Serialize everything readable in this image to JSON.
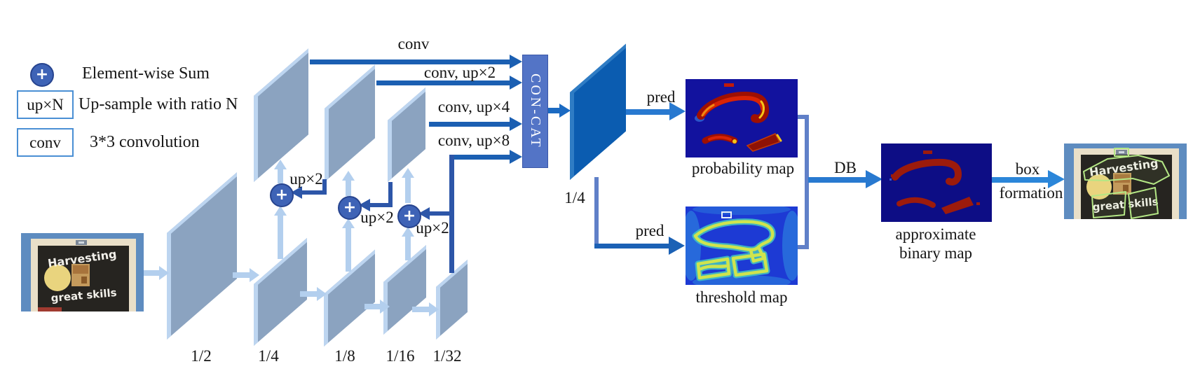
{
  "legend": {
    "plus_symbol": "+",
    "sum_label": "Element-wise Sum",
    "up_box_label": "up×N",
    "up_desc": "Up-sample with ratio N",
    "conv_box_label": "conv",
    "conv_desc": "3*3 convolution"
  },
  "backbone": {
    "scale_labels": [
      "1/2",
      "1/4",
      "1/8",
      "1/16",
      "1/32"
    ],
    "up2_labels": [
      "up×2",
      "up×2",
      "up×2"
    ],
    "plus_symbol": "+"
  },
  "neck": {
    "conv_arrow_labels": [
      "conv",
      "conv, up×2",
      "conv, up×4",
      "conv, up×8"
    ],
    "concat_label": "CON-CAT",
    "fused_scale_label": "1/4"
  },
  "head": {
    "pred_label_top": "pred",
    "pred_label_bottom": "pred",
    "probability_map_label": "probability map",
    "threshold_map_label": "threshold map",
    "db_arrow_label": "DB",
    "binary_map_label": [
      "approximate",
      "binary map"
    ],
    "box_formation_label": [
      "box",
      "formation"
    ]
  },
  "photos": {
    "scene_text_line1": "Harvesting",
    "scene_text_line2": "great skills"
  },
  "colors": {
    "arrow_dark_blue": "#1b5fb2",
    "arrow_elbow_blue": "#2d56a8",
    "arrow_bright_blue": "#2879d0",
    "arrow_pale_blue": "#b3cfee",
    "slab_face": "#8ba3c0",
    "slab_edge": "#bdd5f0",
    "fused_slab_face": "#0b5cb0",
    "concat_fill": "#5374c6",
    "plus_circle_fill": "#3e63b6",
    "connector_steel": "#6080c8"
  }
}
